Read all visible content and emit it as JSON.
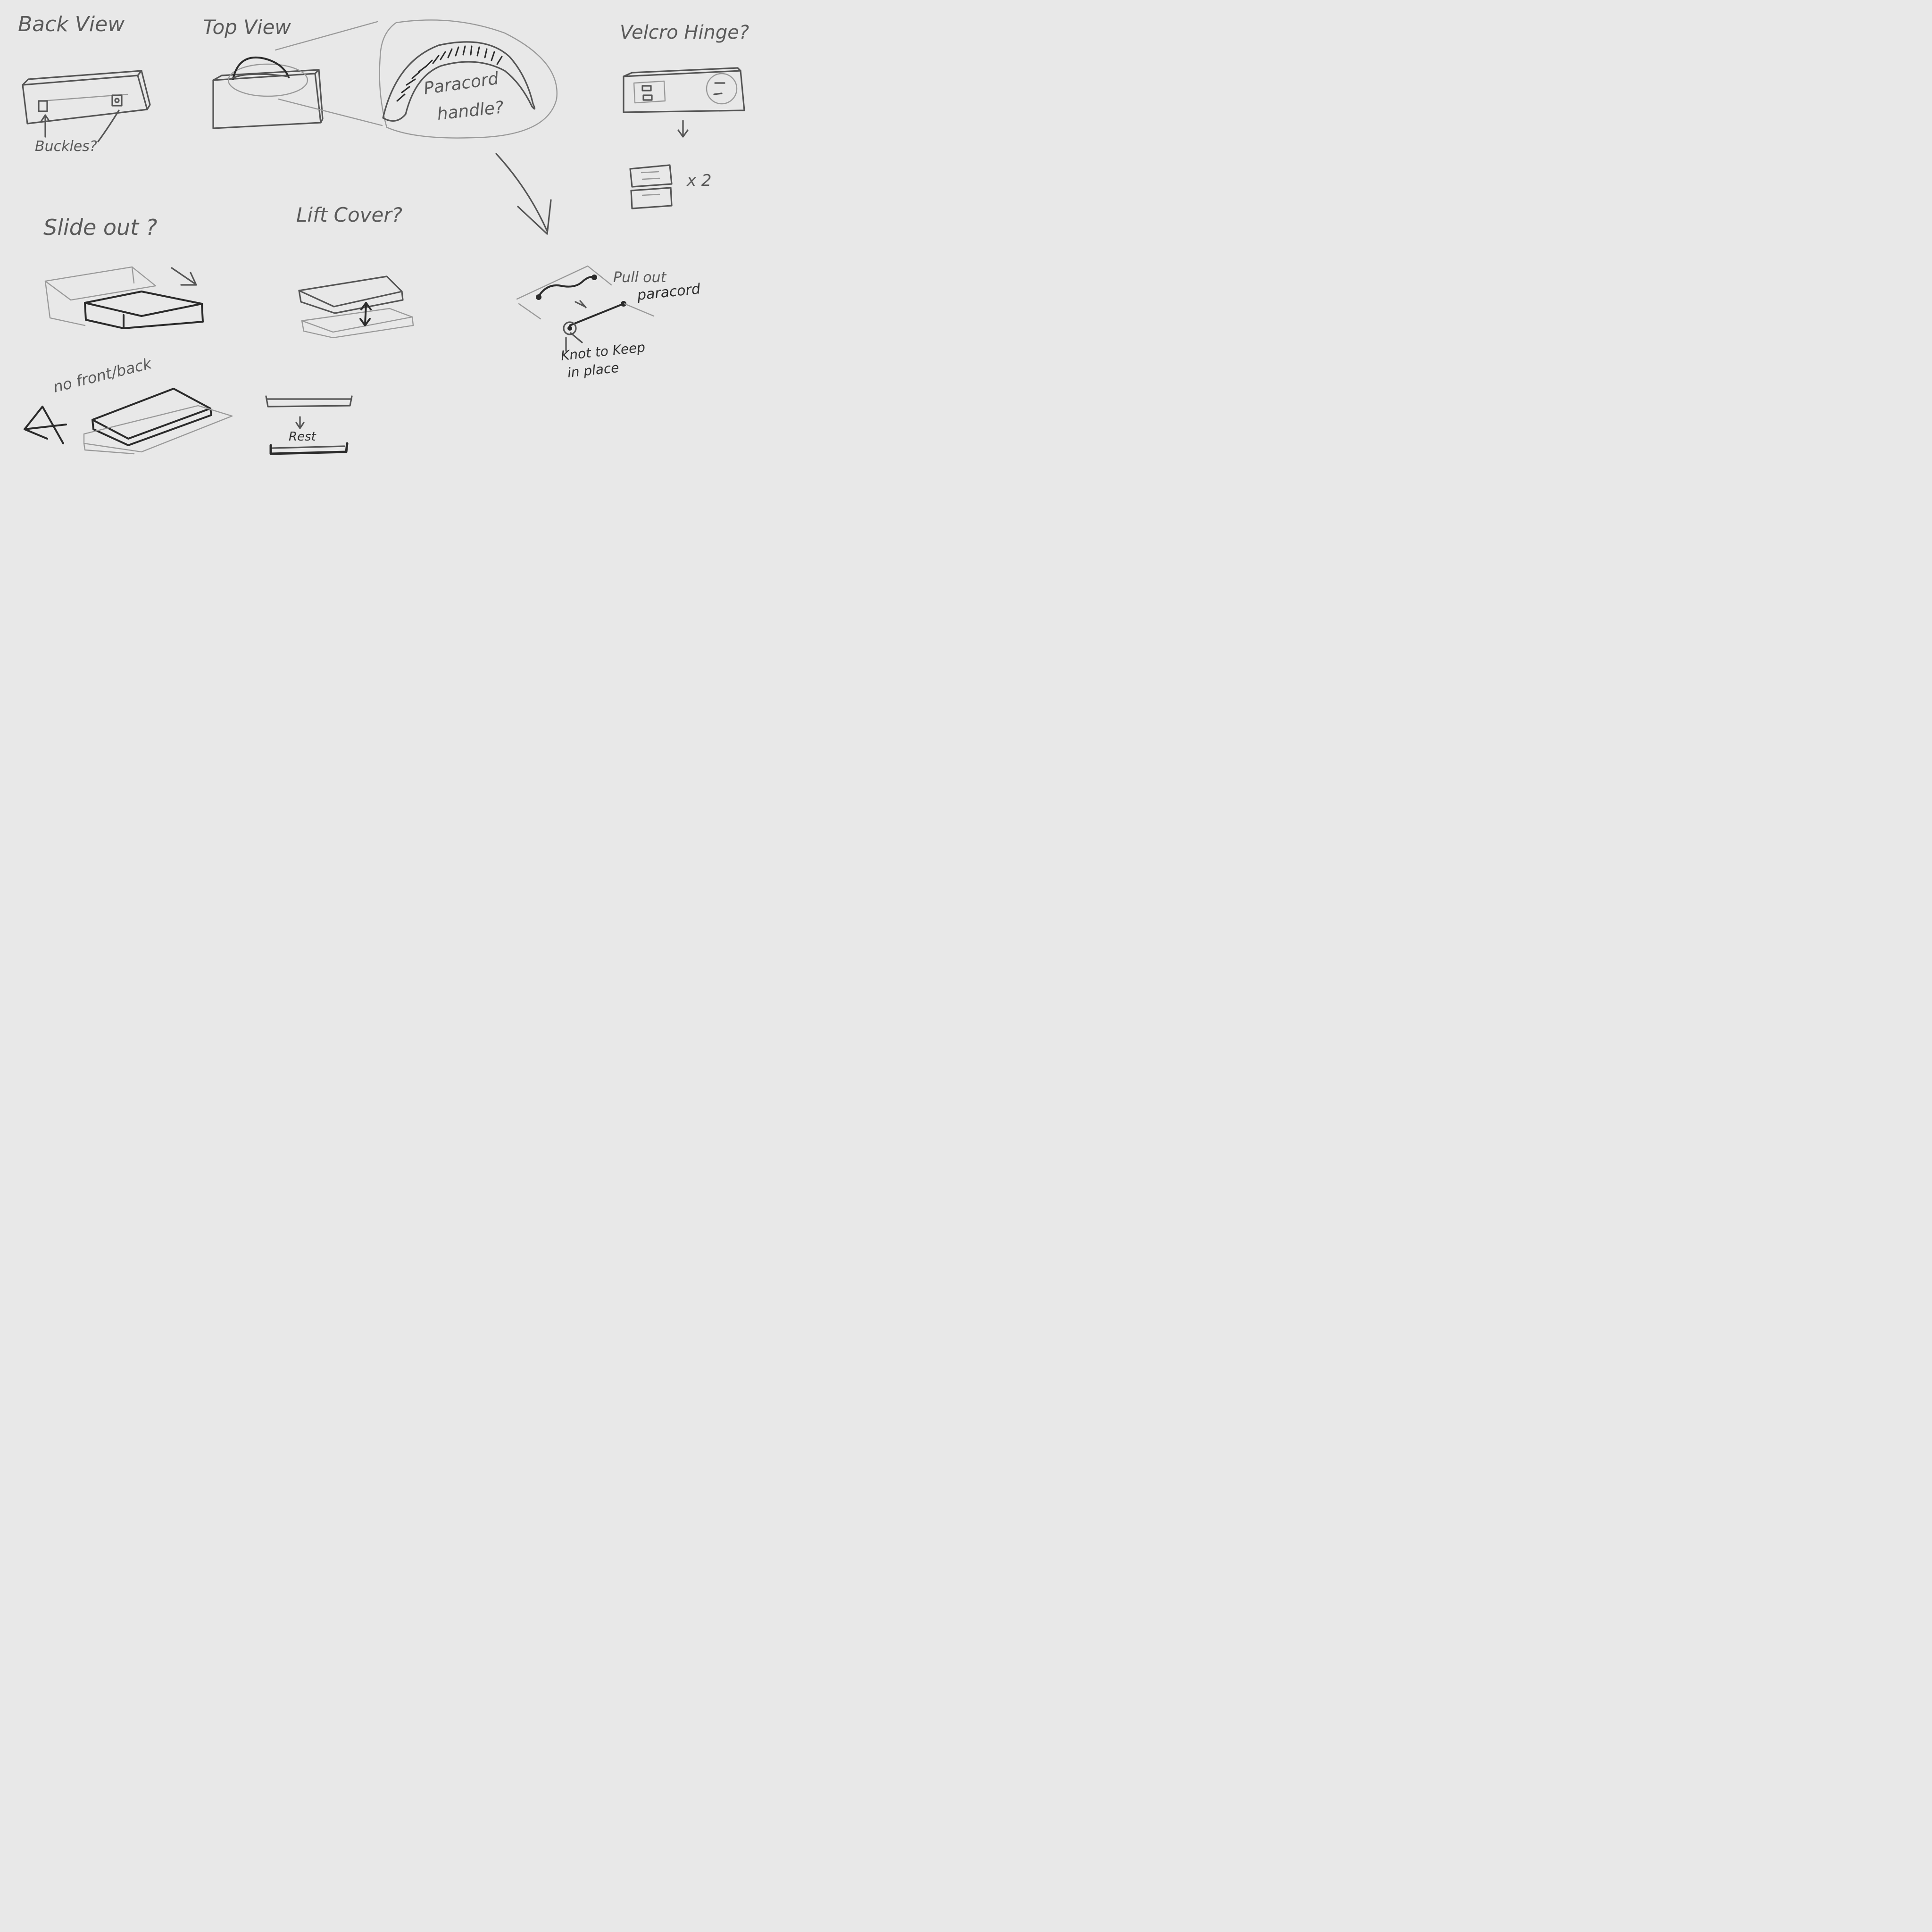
{
  "labels": {
    "back_view": "Back View",
    "buckles": "Buckles?",
    "top_view": "Top View",
    "paracord_handle_line1": "Paracord",
    "paracord_handle_line2": "handle?",
    "velcro_hinge": "Velcro Hinge?",
    "times_two": "x 2",
    "slide_out": "Slide out ?",
    "lift_cover": "Lift Cover?",
    "pull_out_line1": "Pull out",
    "pull_out_line2": "paracord",
    "knot_line1": "Knot to Keep",
    "knot_line2": "in place",
    "no_front_back": "no front/back",
    "rest": "Rest"
  },
  "colors": {
    "background": "#e8e8e8",
    "pencil": "#555555",
    "light_pencil": "#9a9a9a",
    "dark_ink": "#2b2b2b"
  }
}
